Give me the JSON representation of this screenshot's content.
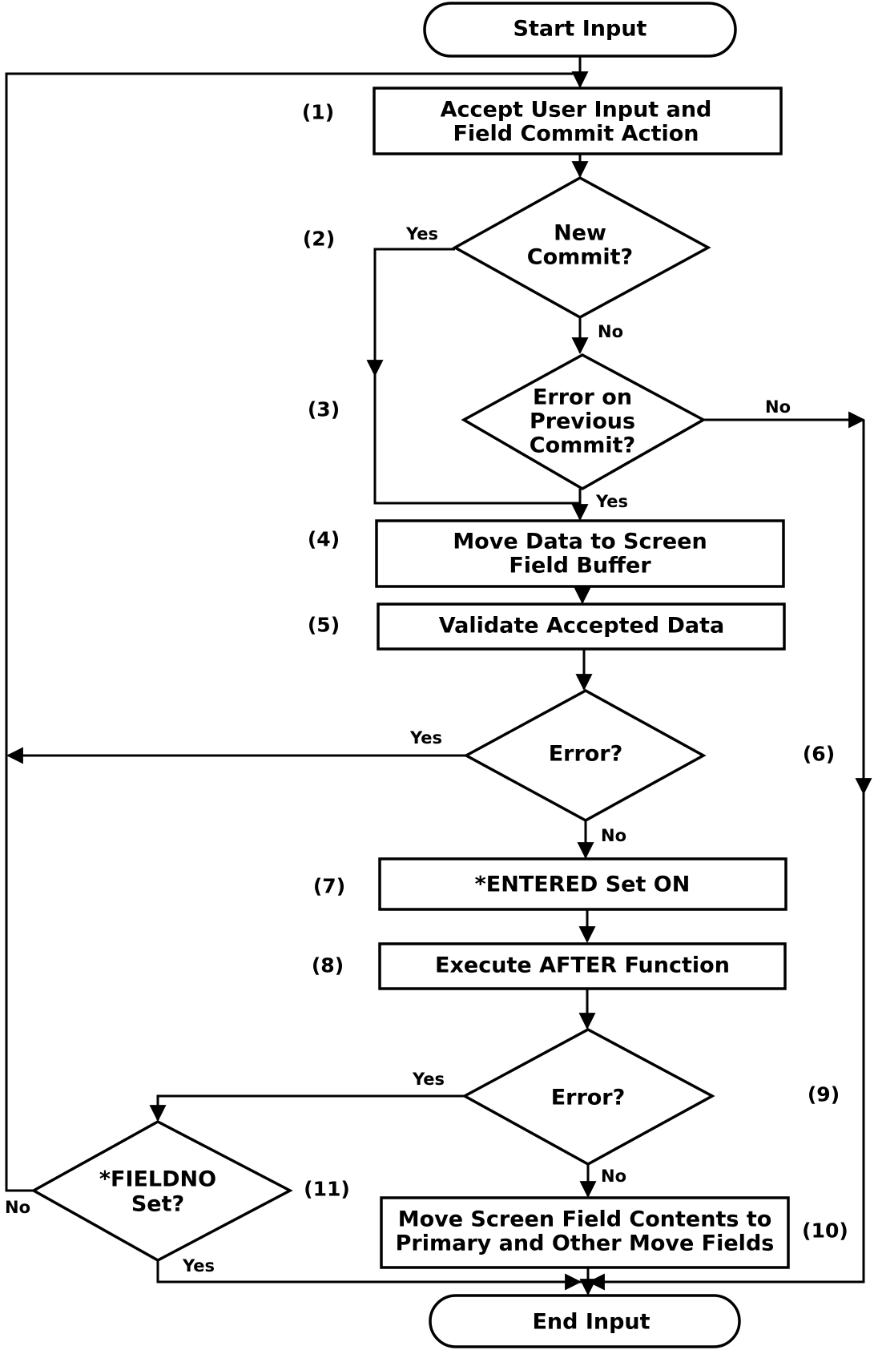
{
  "nodes": {
    "start": "Start Input",
    "accept_line1": "Accept User Input and",
    "accept_line2": "Field Commit Action",
    "new_commit_line1": "New",
    "new_commit_line2": "Commit?",
    "prev_error_line1": "Error on",
    "prev_error_line2": "Previous",
    "prev_error_line3": "Commit?",
    "move_data_line1": "Move Data to Screen",
    "move_data_line2": "Field Buffer",
    "validate": "Validate Accepted Data",
    "error1": "Error?",
    "entered": "*ENTERED Set ON",
    "after": "Execute AFTER Function",
    "error2": "Error?",
    "fieldno_line1": "*FIELDNO",
    "fieldno_line2": "Set?",
    "move_screen_line1": "Move Screen Field Contents to",
    "move_screen_line2": "Primary and Other Move Fields",
    "end": "End Input"
  },
  "steps": {
    "s1": "(1)",
    "s2": "(2)",
    "s3": "(3)",
    "s4": "(4)",
    "s5": "(5)",
    "s6": "(6)",
    "s7": "(7)",
    "s8": "(8)",
    "s9": "(9)",
    "s10": "(10)",
    "s11": "(11)"
  },
  "edges": {
    "new_commit_yes": "Yes",
    "new_commit_no": "No",
    "prev_error_no": "No",
    "prev_error_yes": "Yes",
    "error1_yes": "Yes",
    "error1_no": "No",
    "error2_yes": "Yes",
    "error2_no": "No",
    "fieldno_no": "No",
    "fieldno_yes": "Yes"
  }
}
